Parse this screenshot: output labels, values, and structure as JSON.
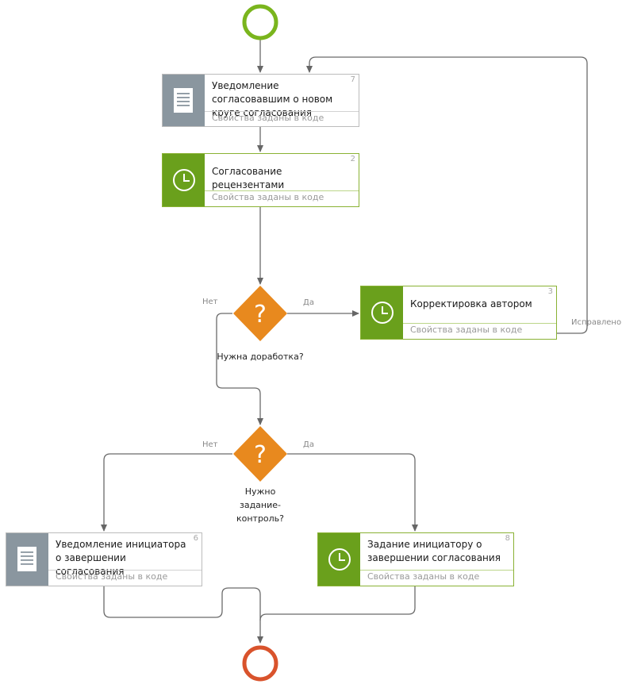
{
  "tasks": [
    {
      "title": "Уведомление согласовавшим о новом круге согласования",
      "number": "7",
      "props": "Свойства заданы в коде",
      "kind": "document-icon"
    },
    {
      "title": "Согласование рецензентами",
      "number": "2",
      "props": "Свойства заданы в коде",
      "kind": "clock-icon"
    },
    {
      "title": "Корректировка автором",
      "number": "3",
      "props": "Свойства заданы в коде",
      "kind": "clock-icon"
    },
    {
      "title": "Уведомление инициатора о завершении согласования",
      "number": "6",
      "props": "Свойства заданы в коде",
      "kind": "document-icon"
    },
    {
      "title": "Задание инициатору о завершении согласования",
      "number": "8",
      "props": "Свойства заданы в коде",
      "kind": "clock-icon"
    }
  ],
  "gateways": [
    {
      "caption": "Нужна доработка?",
      "yes": "Да",
      "no": "Нет"
    },
    {
      "caption": "Нужно задание-контроль?",
      "yes": "Да",
      "no": "Нет"
    }
  ],
  "flow_labels": {
    "fixed": "Исправлено"
  },
  "colors": {
    "start_event": "#7ab51d",
    "end_event": "#d9532c",
    "gateway": "#e8891e",
    "task_green": "#6aa01c",
    "task_gray": "#8a969f",
    "connector": "#666666"
  }
}
